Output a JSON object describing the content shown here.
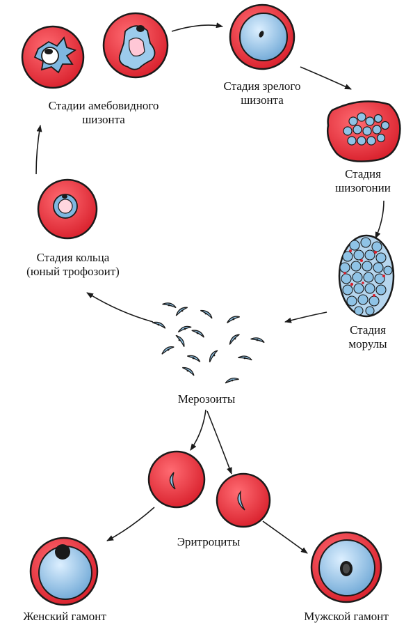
{
  "colors": {
    "cell_red": "#e8323c",
    "cell_outline": "#1a1a1a",
    "parasite_blue": "#8fc3e6",
    "parasite_blue_light": "#c8e3f5",
    "arrow": "#1a1a1a"
  },
  "labels": {
    "amoeboid": {
      "line1": "Стадии амебовидного",
      "line2": "шизонта"
    },
    "mature": {
      "line1": "Стадия зрелого",
      "line2": "шизонта"
    },
    "schizogony": {
      "line1": "Стадия",
      "line2": "шизогонии"
    },
    "morula": {
      "line1": "Стадия",
      "line2": "морулы"
    },
    "ring": {
      "line1": "Стадия кольца",
      "line2": "(юный трофозоит)"
    },
    "merozoites": "Мерозоиты",
    "erythrocytes": "Эритроциты",
    "female": "Женский гамонт",
    "male": "Мужской гамонт"
  },
  "icons": {
    "amoeboid_cells": "amoeboid-schizont-icon",
    "mature_cell": "mature-schizont-icon",
    "schizogony_cell": "schizogony-icon",
    "morula_cell": "morula-icon",
    "ring_cell": "ring-trophozoite-icon",
    "merozoites": "merozoite-icon",
    "erythrocytes": "erythrocyte-icon",
    "female_gamont": "female-gamont-icon",
    "male_gamont": "male-gamont-icon"
  }
}
